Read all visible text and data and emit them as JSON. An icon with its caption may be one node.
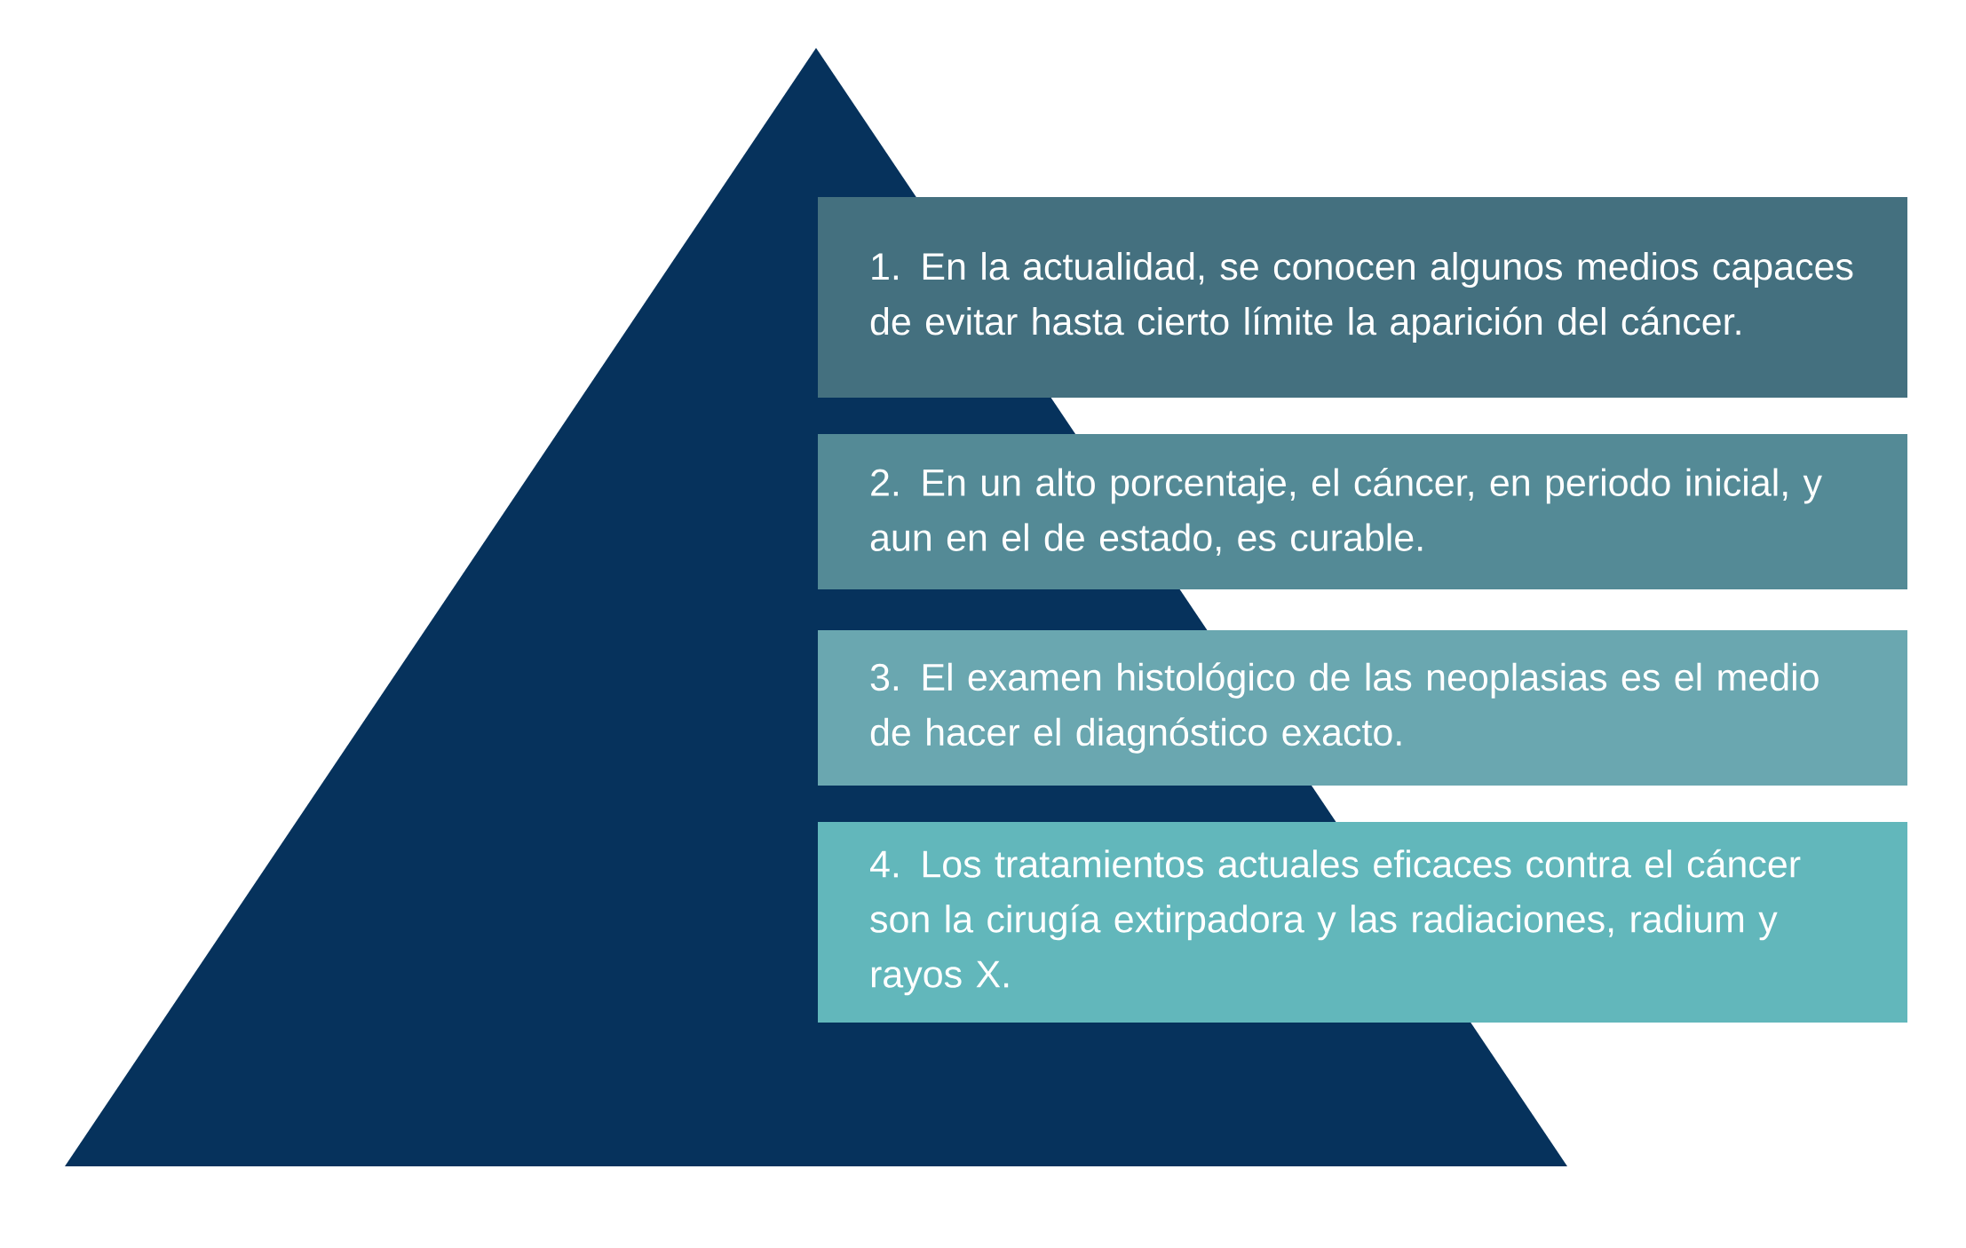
{
  "diagram": {
    "nodes": [
      {
        "text": [
          "1. En la actualidad, se conocen algunos medios capaces de evitar hasta cierto límite la aparición del cáncer."
        ]
      },
      {
        "text": [
          "2. En un alto porcentaje, el cáncer, en periodo inicial, y aun en el de estado, es curable."
        ]
      },
      {
        "text": [
          "3. El examen histológico de las neoplasias es el medio de hacer el diagnóstico exacto."
        ]
      },
      {
        "text": [
          "4. Los tratamientos actuales eficaces contra el cáncer son la cirugía extirpadora y las radiaciones, radium y rayos X."
        ]
      }
    ]
  }
}
